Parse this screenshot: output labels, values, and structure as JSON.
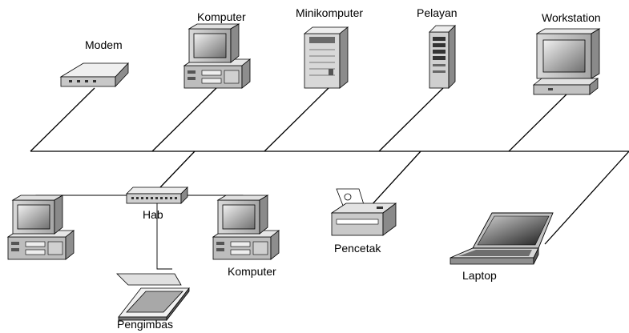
{
  "diagram": {
    "nodes": {
      "modem": {
        "label": "Modem",
        "icon": "modem-icon"
      },
      "computer_top": {
        "label": "Komputer",
        "icon": "desktop-computer-icon"
      },
      "minicomputer": {
        "label": "Minikomputer",
        "icon": "minicomputer-icon"
      },
      "server": {
        "label": "Pelayan",
        "icon": "server-tower-icon"
      },
      "workstation": {
        "label": "Workstation",
        "icon": "workstation-icon"
      },
      "hub": {
        "label": "Hab",
        "icon": "hub-icon"
      },
      "computer_left": {
        "label": "",
        "icon": "desktop-computer-icon"
      },
      "computer_right": {
        "label": "Komputer",
        "icon": "desktop-computer-icon"
      },
      "scanner": {
        "label": "Pengimbas",
        "icon": "scanner-icon"
      },
      "printer": {
        "label": "Pencetak",
        "icon": "printer-icon"
      },
      "laptop": {
        "label": "Laptop",
        "icon": "laptop-icon"
      }
    },
    "colors": {
      "line": "#000000",
      "device_light": "#e4e4e4",
      "device_mid": "#b5b5b5",
      "device_dark": "#5e5e5e",
      "screen": "#8c8c8c"
    }
  }
}
